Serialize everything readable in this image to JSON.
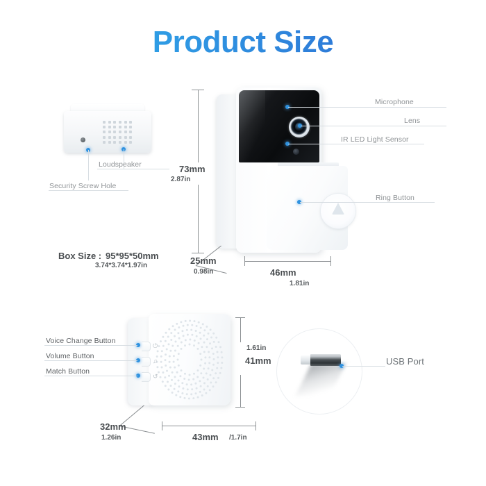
{
  "page": {
    "title": "Product Size",
    "background_color": "#ffffff",
    "title_gradient_from": "#2ab4ec",
    "title_gradient_to": "#2e62cf",
    "callout_dot_color": "#2f92e0",
    "leader_line_color": "#d7dde2",
    "dimension_line_color": "#8d9194"
  },
  "doorbell": {
    "callouts": [
      {
        "id": "microphone",
        "label": "Microphone"
      },
      {
        "id": "lens",
        "label": "Lens"
      },
      {
        "id": "ir-led-light-sensor",
        "label": "IR LED Light Sensor"
      },
      {
        "id": "ring-button",
        "label": "Ring Button"
      }
    ],
    "dimensions": {
      "height_mm": "73mm",
      "height_in": "2.87in",
      "depth_mm": "25mm",
      "depth_in": "0.98in",
      "width_mm": "46mm",
      "width_in": "1.81in"
    }
  },
  "loudspeaker_unit": {
    "callouts": [
      {
        "id": "loudspeaker",
        "label": "Loudspeaker"
      },
      {
        "id": "security-screw-hole",
        "label": "Security Screw Hole"
      }
    ]
  },
  "box_size": {
    "label": "Box Size :",
    "mm": "95*95*50mm",
    "in": "3.74*3.74*1.97in"
  },
  "chime_unit": {
    "callouts": [
      {
        "id": "voice-change-button",
        "label": "Voice Change Button",
        "icon": "power-icon"
      },
      {
        "id": "volume-button",
        "label": "Volume Button",
        "icon": "volume-icon"
      },
      {
        "id": "match-button",
        "label": "Match Button",
        "icon": "pair-icon"
      }
    ],
    "dimensions": {
      "height_in": "1.61in",
      "height_mm": "41mm",
      "depth_mm": "32mm",
      "depth_in": "1.26in",
      "width_mm": "43mm",
      "width_in": "/1.7in"
    }
  },
  "usb": {
    "callouts": [
      {
        "id": "usb-port",
        "label": "USB Port"
      }
    ]
  }
}
